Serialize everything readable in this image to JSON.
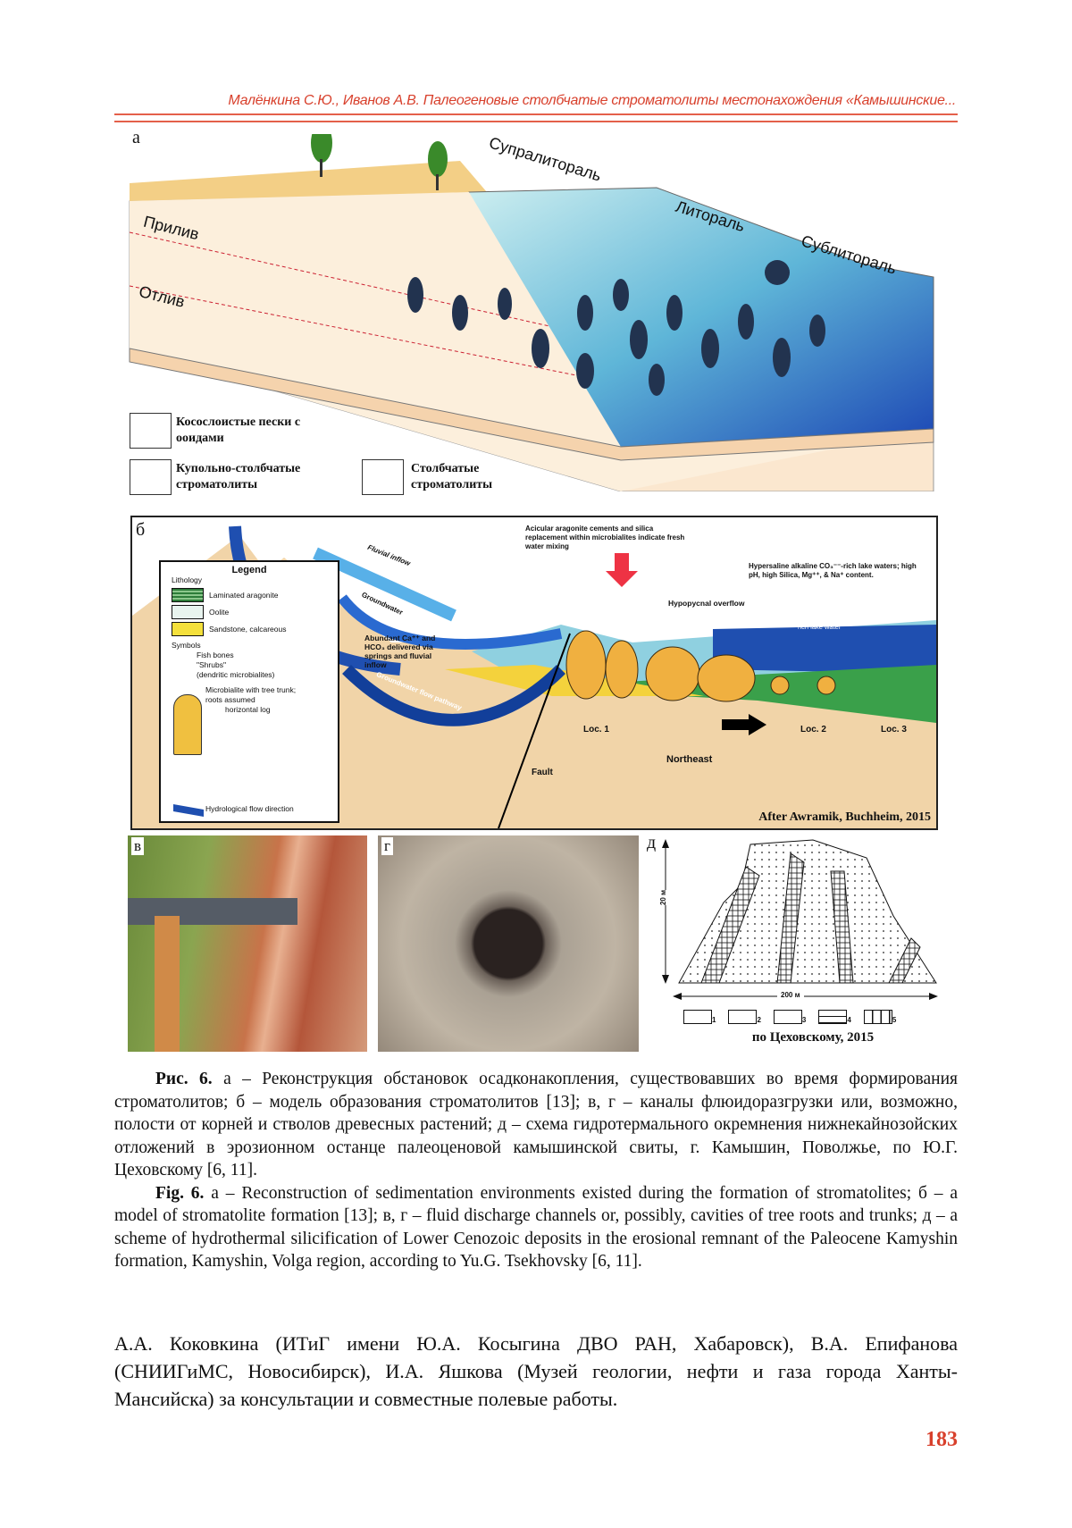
{
  "header": {
    "running_title": "Малёнкина С.Ю., Иванов А.В. Палеогеновые столбчатые строматолиты местонахождения «Камышинские..."
  },
  "figure": {
    "panel_a": {
      "letter": "а",
      "zones": [
        "Супралитораль",
        "Литораль",
        "Сублитораль"
      ],
      "tide_labels": [
        "Прилив",
        "Отлив"
      ],
      "legend": [
        {
          "icon": "cross-bedded-sand-icon",
          "label": "Косослоистые пески с ооидами"
        },
        {
          "icon": "dome-stromatolite-icon",
          "label": "Купольно-столбчатые строматолиты"
        },
        {
          "icon": "columnar-stromatolite-icon",
          "label": "Столбчатые строматолиты"
        }
      ]
    },
    "panel_b": {
      "letter": "б",
      "legend_title": "Legend",
      "lithology_title": "Lithology",
      "lithology": [
        "Laminated aragonite",
        "Oolite",
        "Sandstone, calcareous"
      ],
      "symbols_title": "Symbols",
      "symbols": [
        "Fish bones",
        "\"Shrubs\"",
        "(dendritic microbialites)",
        "Microbialite with tree trunk;",
        "roots assumed",
        "horizontal log",
        "Hydrological flow direction"
      ],
      "flow_labels": [
        "Fluvial inflow",
        "Groundwater",
        "Groundwater flow pathway"
      ],
      "note_calcium": "Abundant Ca⁺⁺ and HCO₃ delivered via springs and fluvial inflow",
      "note_acicular": "Acicular aragonite cements and silica replacement within microbialites indicate fresh water mixing",
      "note_hypersaline": "Hypersaline alkaline CO₃⁻⁻-rich lake waters; high pH, high Silica, Mg⁺⁺, & Na⁺ content.",
      "hypopycnal": "Hypopycnal overflow",
      "note_aragonite": "Aragonite precipitation due to mixing of fresh hypopycnal overflow with Mg⁺⁺ rich lake water",
      "locations": [
        "Loc. 1",
        "Loc. 2",
        "Loc. 3"
      ],
      "fault": "Fault",
      "direction": "Northeast",
      "credit": "After Awramik, Buchheim, 2015"
    },
    "panel_v": {
      "letter": "в"
    },
    "panel_g": {
      "letter": "г"
    },
    "panel_d": {
      "letter": "д",
      "height_label": "20 м",
      "width_label": "200 м",
      "legend_numbers": [
        "1",
        "2",
        "3",
        "4",
        "5"
      ],
      "credit": "по Цеховскому, 2015"
    }
  },
  "caption": {
    "ru_label": "Рис. 6.",
    "ru_text": "а – Реконструкция обстановок осадконакопления, существовавших во время формирования строматолитов; б – модель образования строматолитов [13]; в, г – каналы флюидоразгрузки или, возможно, полости от корней и стволов древесных растений; д – схема гидротермального окремнения нижнекайнозойских отложений в эрозионном останце палеоценовой камышинской свиты, г. Камышин, Поволжье, по Ю.Г. Цеховскому [6, 11].",
    "en_label": "Fig. 6.",
    "en_text": "а – Reconstruction of sedimentation environments existed during the formation of stromatolites; б – a model of stromatolite formation [13]; в, г – fluid discharge channels or, possibly, cavities of tree roots and trunks; д – a scheme of hydrothermal silicification of Lower Cenozoic deposits in the erosional remnant of the Paleocene Kamyshin formation, Kamyshin, Volga region, according to Yu.G. Tsekhovsky [6, 11]."
  },
  "acknowledgement": "А.А. Коковкина (ИТиГ имени Ю.А. Косыгина ДВО РАН, Хабаровск), В.А. Епифанова (СНИИГиМС, Новосибирск), И.А. Яшкова (Музей геологии, нефти и газа города Ханты-Мансийска) за консультации и совместные полевые работы.",
  "page_number": "183",
  "colors": {
    "accent": "#d8402c",
    "water_deep": "#1f4fb0",
    "water_light": "#8fd0e0",
    "sand": "#f2d79a"
  }
}
